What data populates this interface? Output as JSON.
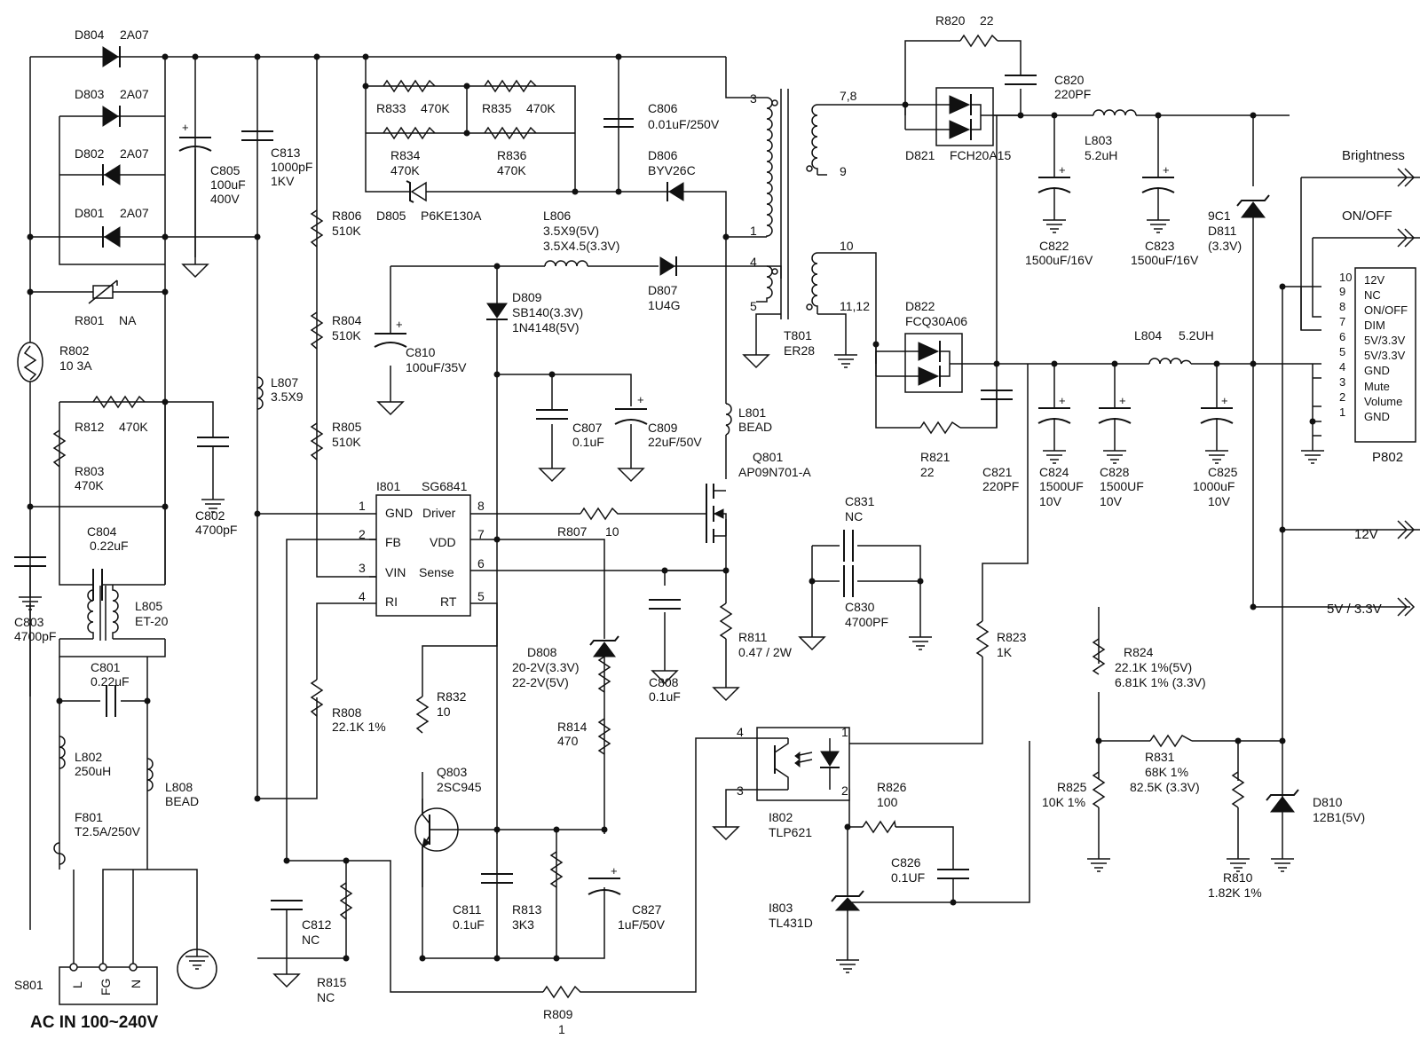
{
  "components": {
    "D804": {
      "ref": "D804",
      "value": "2A07"
    },
    "D803": {
      "ref": "D803",
      "value": "2A07"
    },
    "D802": {
      "ref": "D802",
      "value": "2A07"
    },
    "D801": {
      "ref": "D801",
      "value": "2A07"
    },
    "C805": {
      "ref": "C805",
      "v1": "100uF",
      "v2": "400V"
    },
    "C813": {
      "ref": "C813",
      "v1": "1000pF",
      "v2": "1KV"
    },
    "R801": {
      "ref": "R801",
      "value": "NA"
    },
    "R802": {
      "ref": "R802",
      "value": "10 3A"
    },
    "R812": {
      "ref": "R812",
      "value": "470K"
    },
    "R803": {
      "ref": "R803",
      "value": "470K"
    },
    "C804": {
      "ref": "C804",
      "value": "0.22uF"
    },
    "C802": {
      "ref": "C802",
      "value": "4700pF"
    },
    "C803": {
      "ref": "C803",
      "value": "4700pF"
    },
    "L805": {
      "ref": "L805",
      "value": "ET-20"
    },
    "C801": {
      "ref": "C801",
      "value": "0.22uF"
    },
    "L802": {
      "ref": "L802",
      "value": "250uH"
    },
    "L808": {
      "ref": "L808",
      "value": "BEAD"
    },
    "F801": {
      "ref": "F801",
      "value": "T2.5A/250V"
    },
    "S801": {
      "ref": "S801",
      "pin_l": "L",
      "pin_fg": "FG",
      "pin_n": "N"
    },
    "R833": {
      "ref": "R833",
      "value": "470K"
    },
    "R835": {
      "ref": "R835",
      "value": "470K"
    },
    "R834": {
      "ref": "R834",
      "value": "470K"
    },
    "R836": {
      "ref": "R836",
      "value": "470K"
    },
    "D805": {
      "ref": "D805",
      "value": "P6KE130A"
    },
    "C806": {
      "ref": "C806",
      "value": "0.01uF/250V"
    },
    "D806": {
      "ref": "D806",
      "value": "BYV26C"
    },
    "R806": {
      "ref": "R806",
      "value": "510K"
    },
    "R804": {
      "ref": "R804",
      "value": "510K"
    },
    "R805": {
      "ref": "R805",
      "value": "510K"
    },
    "L807": {
      "ref": "L807",
      "value": "3.5X9"
    },
    "L806": {
      "ref": "L806",
      "v1": "3.5X9(5V)",
      "v2": "3.5X4.5(3.3V)"
    },
    "D807": {
      "ref": "D807",
      "value": "1U4G"
    },
    "D809": {
      "ref": "D809",
      "v1": "SB140(3.3V)",
      "v2": "1N4148(5V)"
    },
    "C810": {
      "ref": "C810",
      "value": "100uF/35V"
    },
    "C807": {
      "ref": "C807",
      "value": "0.1uF"
    },
    "C809": {
      "ref": "C809",
      "value": "22uF/50V"
    },
    "L801": {
      "ref": "L801",
      "value": "BEAD"
    },
    "Q801": {
      "ref": "Q801",
      "value": "AP09N701-A"
    },
    "I801": {
      "ref": "I801",
      "value": "SG6841"
    },
    "R807": {
      "ref": "R807",
      "value": "10"
    },
    "R811": {
      "ref": "R811",
      "value": "0.47 / 2W"
    },
    "C808": {
      "ref": "C808",
      "value": "0.1uF"
    },
    "D808": {
      "ref": "D808",
      "v1": "20-2V(3.3V)",
      "v2": "22-2V(5V)"
    },
    "R814": {
      "ref": "R814",
      "value": "470"
    },
    "R808": {
      "ref": "R808",
      "value": "22.1K 1%"
    },
    "R832": {
      "ref": "R832",
      "value": "10"
    },
    "Q803": {
      "ref": "Q803",
      "value": "2SC945"
    },
    "C811": {
      "ref": "C811",
      "value": "0.1uF"
    },
    "R813": {
      "ref": "R813",
      "value": "3K3"
    },
    "C827": {
      "ref": "C827",
      "value": "1uF/50V"
    },
    "C812": {
      "ref": "C812",
      "value": "NC"
    },
    "R815": {
      "ref": "R815",
      "value": "NC"
    },
    "R809": {
      "ref": "R809",
      "value": "1"
    },
    "T801": {
      "ref": "T801",
      "value": "ER28"
    },
    "R820": {
      "ref": "R820",
      "value": "22"
    },
    "C820": {
      "ref": "C820",
      "value": "220PF"
    },
    "D821": {
      "ref": "D821",
      "value": "FCH20A15"
    },
    "L803": {
      "ref": "L803",
      "value": "5.2uH"
    },
    "C822": {
      "ref": "C822",
      "value": "1500uF/16V"
    },
    "C823": {
      "ref": "C823",
      "value": "1500uF/16V"
    },
    "D811": {
      "ref": "D811",
      "alt": "9C1",
      "value": "(3.3V)"
    },
    "D822": {
      "ref": "D822",
      "value": "FCQ30A06"
    },
    "R821": {
      "ref": "R821",
      "value": "22"
    },
    "C821": {
      "ref": "C821",
      "value": "220PF"
    },
    "L804": {
      "ref": "L804",
      "value": "5.2UH"
    },
    "C824": {
      "ref": "C824",
      "v1": "1500UF",
      "v2": "10V"
    },
    "C828": {
      "ref": "C828",
      "v1": "1500UF",
      "v2": "10V"
    },
    "C825": {
      "ref": "C825",
      "v1": "1000uF",
      "v2": "10V"
    },
    "C831": {
      "ref": "C831",
      "value": "NC"
    },
    "C830": {
      "ref": "C830",
      "value": "4700PF"
    },
    "R823": {
      "ref": "R823",
      "value": "1K"
    },
    "R824": {
      "ref": "R824",
      "v1": "22.1K 1%(5V)",
      "v2": "6.81K 1% (3.3V)"
    },
    "R825": {
      "ref": "R825",
      "value": "10K  1%"
    },
    "R831": {
      "ref": "R831",
      "v1": "68K 1%",
      "v2": "82.5K (3.3V)"
    },
    "R810": {
      "ref": "R810",
      "value": "1.82K 1%"
    },
    "D810": {
      "ref": "D810",
      "value": "12B1(5V)"
    },
    "I802": {
      "ref": "I802",
      "value": "TLP621"
    },
    "R826": {
      "ref": "R826",
      "value": "100"
    },
    "C826": {
      "ref": "C826",
      "value": "0.1UF"
    },
    "I803": {
      "ref": "I803",
      "value": "TL431D"
    },
    "P802": {
      "ref": "P802"
    }
  },
  "ic_i801": {
    "pins": [
      {
        "num": "1",
        "name": "GND"
      },
      {
        "num": "2",
        "name": "FB"
      },
      {
        "num": "3",
        "name": "VIN"
      },
      {
        "num": "4",
        "name": "RI"
      },
      {
        "num": "8",
        "name": "Driver"
      },
      {
        "num": "7",
        "name": "VDD"
      },
      {
        "num": "6",
        "name": "Sense"
      },
      {
        "num": "5",
        "name": "RT"
      }
    ]
  },
  "transformer_pins": {
    "p3": "3",
    "p1": "1",
    "p4": "4",
    "p5": "5",
    "p78": "7,8",
    "p9": "9",
    "p10": "10",
    "p1112": "11,12"
  },
  "optocoupler_pins": {
    "p4": "4",
    "p3": "3",
    "p1": "1",
    "p2": "2"
  },
  "connector_p802": {
    "pins": [
      {
        "num": "10",
        "name": "12V"
      },
      {
        "num": "9",
        "name": "NC"
      },
      {
        "num": "8",
        "name": "ON/OFF"
      },
      {
        "num": "7",
        "name": "DIM"
      },
      {
        "num": "6",
        "name": "5V/3.3V"
      },
      {
        "num": "5",
        "name": "5V/3.3V"
      },
      {
        "num": "4",
        "name": "GND"
      },
      {
        "num": "3",
        "name": "Mute"
      },
      {
        "num": "2",
        "name": "Volume"
      },
      {
        "num": "1",
        "name": "GND"
      }
    ]
  },
  "signals": {
    "brightness": "Brightness",
    "onoff": "ON/OFF",
    "v12": "12V",
    "v5": "5V / 3.3V"
  },
  "ac_input": "AC IN 100~240V"
}
